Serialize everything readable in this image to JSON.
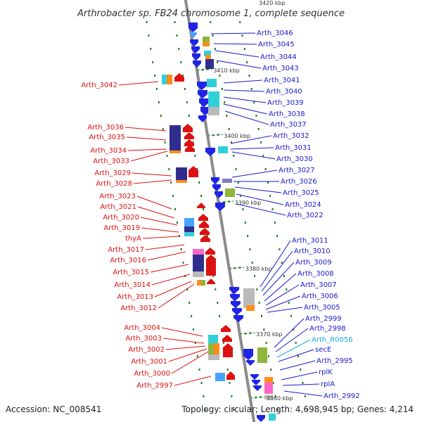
{
  "title": "Arthrobacter sp. FB24 chromosome 1, complete sequence",
  "top_kbp_partial": "3420 kbp",
  "footer": {
    "accession": "Accession: NC_008541",
    "topology": "Topology: circular; Length: 4,698,945 bp; Genes: 4,214"
  },
  "colors": {
    "left_label": "#dd1111",
    "right_label": "#1a1acc",
    "rna_label": "#22aadd",
    "backbone": "#8a8a8a",
    "tick": "#1b7a1b"
  },
  "scale_labels": [
    "3410 kbp",
    "3400 kbp",
    "3390 kbp",
    "3380 kbp",
    "3370 kbp",
    "3360 kbp"
  ],
  "left_labels": [
    "Arth_3042",
    "Arth_3036",
    "Arth_3035",
    "Arth_3034",
    "Arth_3033",
    "Arth_3029",
    "Arth_3028",
    "Arth_3023",
    "Arth_3021",
    "Arth_3020",
    "Arth_3019",
    "thyA",
    "Arth_3017",
    "Arth_3016",
    "Arth_3015",
    "Arth_3014",
    "Arth_3013",
    "Arth_3012",
    "Arth_3004",
    "Arth_3003",
    "Arth_3002",
    "Arth_3001",
    "Arth_3000",
    "Arth_2997"
  ],
  "right_labels": [
    "Arth_3046",
    "Arth_3045",
    "Arth_3044",
    "Arth_3043",
    "Arth_3041",
    "Arth_3040",
    "Arth_3039",
    "Arth_3038",
    "Arth_3037",
    "Arth_3032",
    "Arth_3031",
    "Arth_3030",
    "Arth_3027",
    "Arth_3026",
    "Arth_3025",
    "Arth_3024",
    "Arth_3022",
    "Arth_3011",
    "Arth_3010",
    "Arth_3009",
    "Arth_3008",
    "Arth_3007",
    "Arth_3006",
    "Arth_3005",
    "Arth_2999",
    "Arth_2998",
    "Arth_R0056",
    "secE",
    "Arth_2995",
    "rplK",
    "rplA",
    "Arth_2992"
  ]
}
